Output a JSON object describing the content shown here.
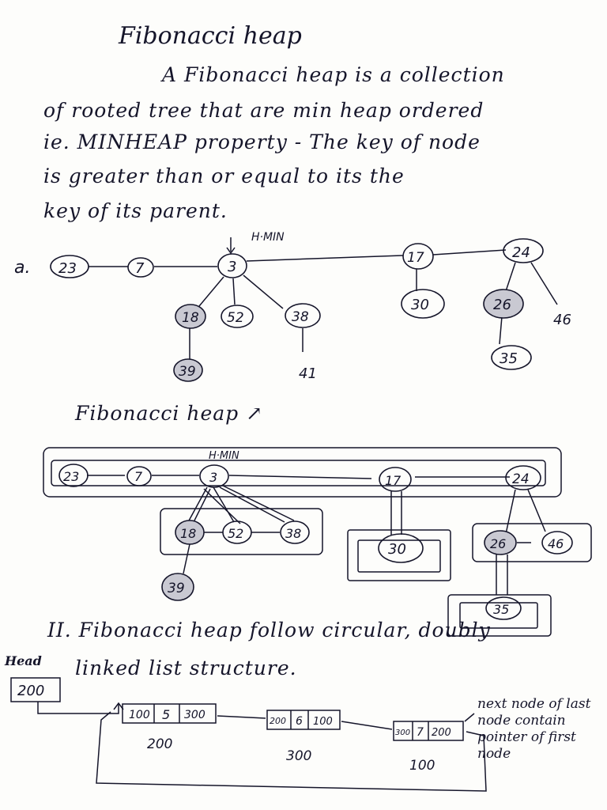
{
  "title": "Fibonacci heap",
  "intro_lines": [
    "A Fibonacci heap is a collection",
    "of rooted tree that are min heap ordered",
    "ie. MINHEAP property - The key of node",
    "is greater than or equal to its the",
    "key of its parent."
  ],
  "figure_a": {
    "label": "a.",
    "hmin_label": "H·MIN",
    "roots": [
      "23",
      "7",
      "3",
      "17",
      "24"
    ],
    "children_of_3": [
      "18",
      "52",
      "38"
    ],
    "child_of_18": "39",
    "child_of_38": "41",
    "child_of_17": "30",
    "children_of_24": [
      "26",
      "46"
    ],
    "child_of_26": "35",
    "marked_nodes": [
      "18",
      "39",
      "26"
    ],
    "caption": "Fibonacci heap"
  },
  "figure_b": {
    "hmin_label": "H·MIN",
    "roots": [
      "23",
      "7",
      "3",
      "17",
      "24"
    ],
    "children_of_3": [
      "18",
      "52",
      "38"
    ],
    "child_of_18": "39",
    "child_of_17": "30",
    "children_of_24": [
      "26",
      "46"
    ],
    "child_of_26": "35"
  },
  "point_ii": "II. Fibonacci heap follow circular, doubly",
  "point_ii_cont": "linked list structure.",
  "head_label": "Head",
  "head_value": "200",
  "linked_list": [
    {
      "prev": "100",
      "key": "5",
      "next": "300",
      "addr": "200"
    },
    {
      "prev": "200",
      "key": "6",
      "next": "100",
      "addr": "300"
    },
    {
      "prev": "300",
      "key": "7",
      "next": "200",
      "addr": "100"
    }
  ],
  "side_note": "next node of last node contain pointer of first node"
}
